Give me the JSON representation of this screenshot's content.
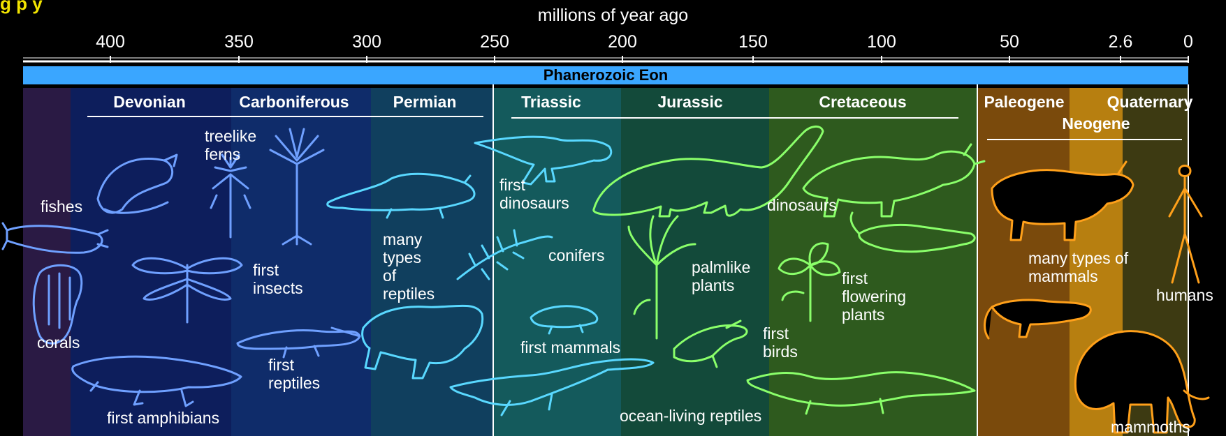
{
  "header": {
    "corner_fragment": "g   p   y",
    "axis_title": "millions of year ago",
    "ticks": [
      "400",
      "350",
      "300",
      "250",
      "200",
      "150",
      "100",
      "50",
      "2.6",
      "0"
    ],
    "eon": "Phanerozoic Eon"
  },
  "periods": [
    "Devonian",
    "Carboniferous",
    "Permian",
    "Triassic",
    "Jurassic",
    "Cretaceous",
    "Paleogene",
    "Neogene",
    "Quaternary"
  ],
  "labels": {
    "fishes": "fishes",
    "corals": "corals",
    "first_amphibians": "first amphibians",
    "treelike_ferns": "treelike\nferns",
    "first_insects": "first\ninsects",
    "first_reptiles": "first\nreptiles",
    "many_types_reptiles": "many\ntypes\nof\nreptiles",
    "first_dinosaurs": "first\ndinosaurs",
    "conifers": "conifers",
    "first_mammals": "first mammals",
    "palmlike_plants": "palmlike\nplants",
    "first_birds": "first\nbirds",
    "dinosaurs": "dinosaurs",
    "first_flowering_plants": "first\nflowering\nplants",
    "ocean_living_reptiles": "ocean-living reptiles",
    "many_types_mammals": "many types of\nmammals",
    "humans": "humans",
    "mammoths": "mammoths"
  },
  "colors": {
    "background": "#000000",
    "eon_bar": "#3aa6ff",
    "band_precambrian": "#2a1a44",
    "band_devonian": "#0d1e5c",
    "band_carboniferous": "#0f2c6a",
    "band_permian": "#103f5e",
    "band_triassic": "#145a5c",
    "band_jurassic": "#134a3a",
    "band_cretaceous": "#2e5a1e",
    "band_paleogene": "#7a4a0c",
    "band_neogene": "#b77f10",
    "band_quaternary": "#3d3a12",
    "icon_blue": "#6fa0ff",
    "icon_cyan": "#59d8ff",
    "icon_teal": "#45e8d6",
    "icon_green": "#9dff60",
    "icon_orange": "#ff9a1a"
  },
  "icons": [
    "fish-icon",
    "coral-icon",
    "amphibian-icon",
    "tree-fern-icon",
    "insect-icon",
    "reptile-icon",
    "dinosaur-icon",
    "conifer-icon",
    "mammal-icon",
    "palm-icon",
    "bird-icon",
    "flower-icon",
    "sauropod-icon",
    "triceratops-icon",
    "plesiosaur-icon",
    "rhino-icon",
    "mammoth-icon",
    "human-icon"
  ]
}
